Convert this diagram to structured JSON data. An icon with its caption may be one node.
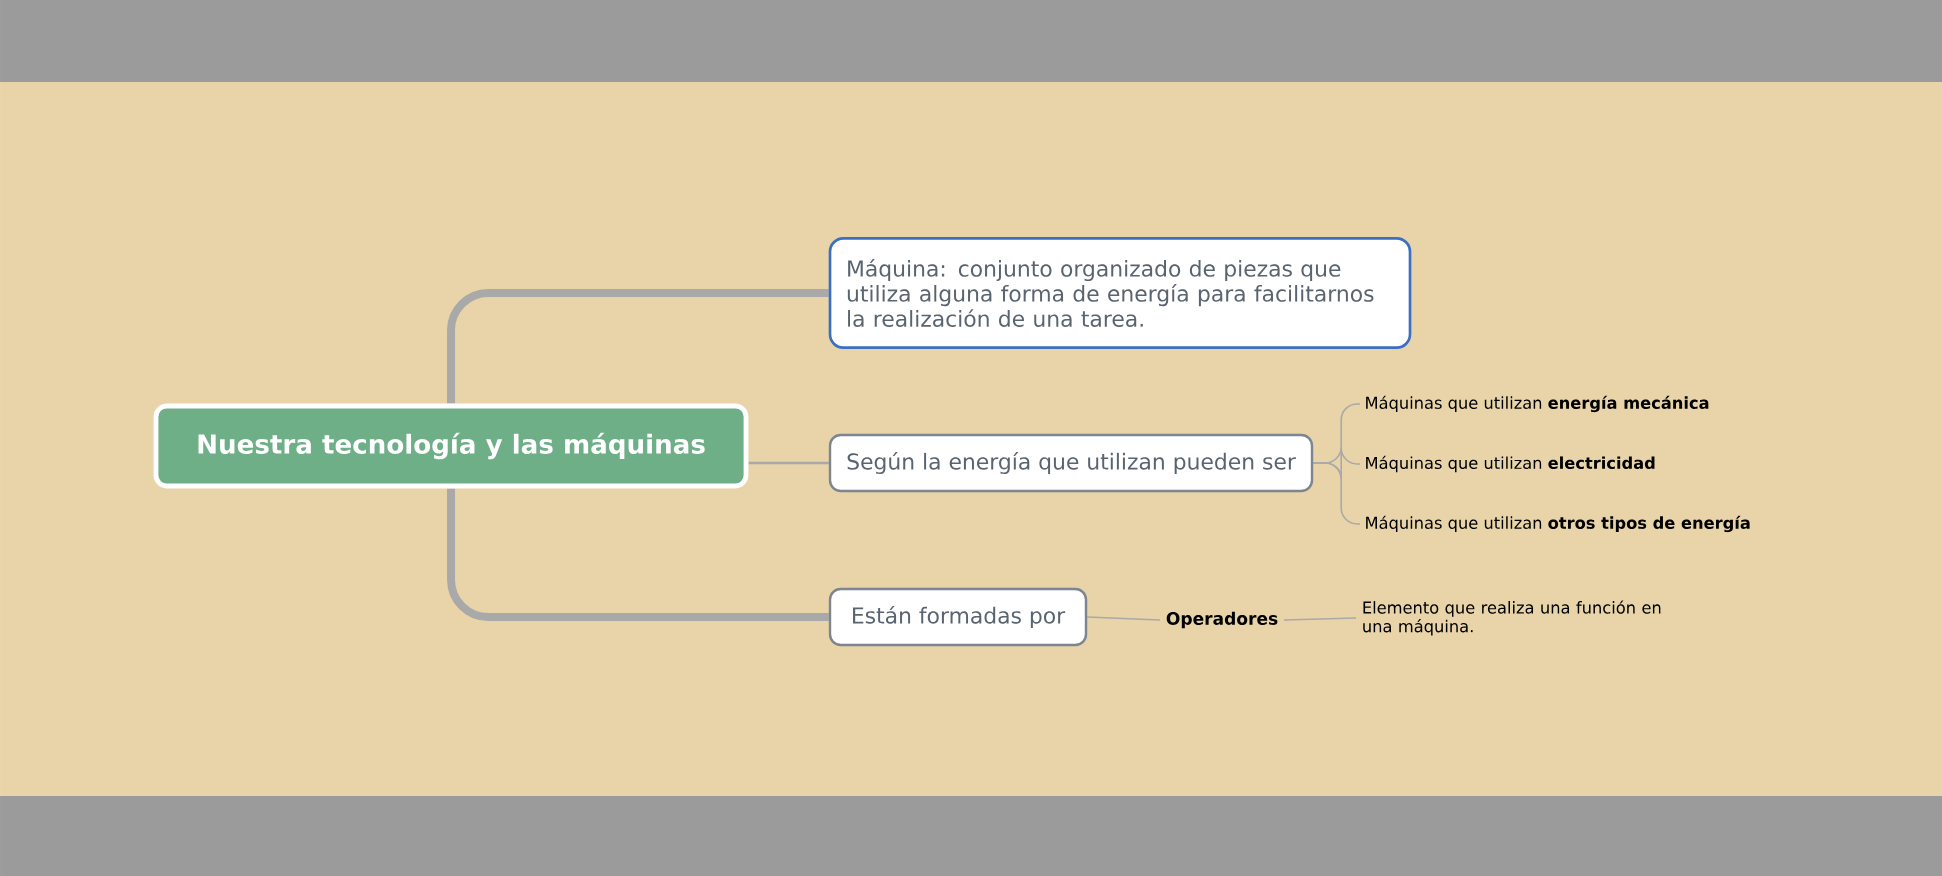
{
  "diagram": {
    "nodes": [
      {
        "text": [
          "Nuestra tecnología y las máquinas"
        ]
      },
      {
        "text": [
          "Máquina: conjunto organizado de piezas que utiliza alguna forma de energía para facilitarnos la realización de una tarea."
        ]
      },
      {
        "text": [
          "Según la energía que utilizan pueden ser"
        ]
      },
      {
        "text": [
          "Están formadas por"
        ]
      },
      {
        "text": [
          "Máquinas que utilizan **energía mecánica**"
        ]
      },
      {
        "text": [
          "Máquinas que utilizan **electricidad**"
        ]
      },
      {
        "text": [
          "Máquinas que utilizan **otros tipos de energía**"
        ]
      },
      {
        "text": [
          "Operadores"
        ]
      },
      {
        "text": [
          "Elemento que realiza una función en una máquina."
        ]
      }
    ],
    "edges": [
      {
        "from": 0,
        "to": 1,
        "arrow": "none",
        "style": "thick"
      },
      {
        "from": 0,
        "to": 2,
        "arrow": "none"
      },
      {
        "from": 0,
        "to": 3,
        "arrow": "none",
        "style": "thick"
      },
      {
        "from": 2,
        "to": 4,
        "arrow": "none"
      },
      {
        "from": 2,
        "to": 5,
        "arrow": "none"
      },
      {
        "from": 2,
        "to": 6,
        "arrow": "none"
      },
      {
        "from": 3,
        "to": 7,
        "arrow": "none"
      },
      {
        "from": 7,
        "to": 8,
        "arrow": "none"
      }
    ]
  }
}
